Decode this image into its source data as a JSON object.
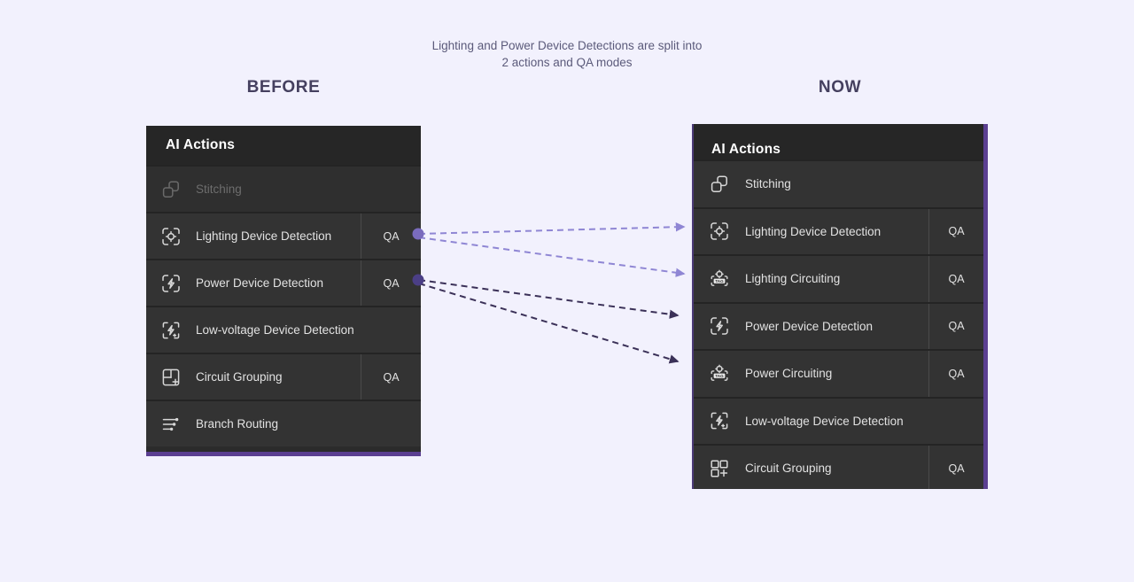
{
  "caption": {
    "line1": "Lighting and Power Device Detections are split into",
    "line2": "2 actions and QA modes"
  },
  "headings": {
    "before": "BEFORE",
    "now": "NOW"
  },
  "colors": {
    "page_background": "#f2f1fd",
    "panel_background": "#2b2b2b",
    "row_background": "#333333",
    "header_background": "#262626",
    "accent_purple": "#5b3f91",
    "arrow_light": "#8f86d4",
    "arrow_dark": "#3b3158",
    "node_light": "#7a6bbd",
    "node_dark": "#4b3f86",
    "label_text": "#e2e2e2",
    "heading_text": "#45405f",
    "caption_text": "#5b5a7a"
  },
  "before_panel": {
    "title": "AI Actions",
    "rows": [
      {
        "label": "Stitching",
        "icon": "stitching-icon",
        "qa": "",
        "dim": true
      },
      {
        "label": "Lighting Device Detection",
        "icon": "device-detection-icon",
        "qa": "QA",
        "dim": false
      },
      {
        "label": "Power Device Detection",
        "icon": "power-device-icon",
        "qa": "QA",
        "dim": false
      },
      {
        "label": "Low-voltage Device Detection",
        "icon": "low-voltage-device-icon",
        "qa": "",
        "dim": false
      },
      {
        "label": "Circuit Grouping",
        "icon": "circuit-grouping-icon",
        "qa": "QA",
        "dim": false
      },
      {
        "label": "Branch Routing",
        "icon": "branch-routing-icon",
        "qa": "",
        "dim": false
      }
    ]
  },
  "now_panel": {
    "title": "AI Actions",
    "rows": [
      {
        "label": "Stitching",
        "icon": "stitching-icon",
        "qa": "",
        "dim": false
      },
      {
        "label": "Lighting Device Detection",
        "icon": "device-detection-icon",
        "qa": "QA",
        "dim": false
      },
      {
        "label": "Lighting Circuiting",
        "icon": "circuiting-tag-icon",
        "qa": "QA",
        "dim": false
      },
      {
        "label": "Power Device Detection",
        "icon": "power-device-icon",
        "qa": "QA",
        "dim": false
      },
      {
        "label": "Power Circuiting",
        "icon": "circuiting-tag-icon",
        "qa": "QA",
        "dim": false
      },
      {
        "label": "Low-voltage Device Detection",
        "icon": "low-voltage-device-icon",
        "qa": "",
        "dim": false
      },
      {
        "label": "Circuit Grouping",
        "icon": "circuit-grouping-icon",
        "qa": "QA",
        "dim": false
      }
    ]
  },
  "connectors": [
    {
      "name": "lighting-to-lighting-device-detection",
      "from": "Lighting Device Detection",
      "to": "Lighting Device Detection",
      "style": "light"
    },
    {
      "name": "lighting-to-lighting-circuiting",
      "from": "Lighting Device Detection",
      "to": "Lighting Circuiting",
      "style": "light"
    },
    {
      "name": "power-to-power-device-detection",
      "from": "Power Device Detection",
      "to": "Power Device Detection",
      "style": "dark"
    },
    {
      "name": "power-to-power-circuiting",
      "from": "Power Device Detection",
      "to": "Power Circuiting",
      "style": "dark"
    }
  ]
}
